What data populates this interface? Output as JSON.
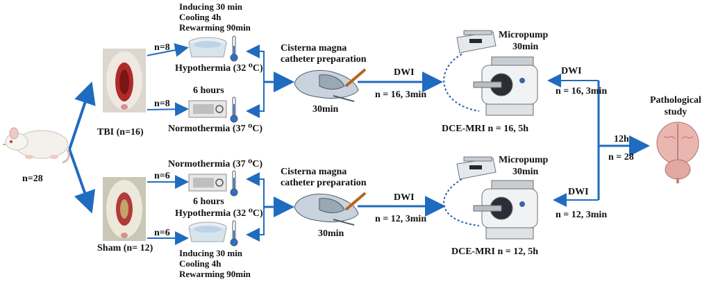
{
  "labels": {
    "start_n": "n=28",
    "tbi_group": "TBI (n=16)",
    "sham_group": "Sham (n= 12)",
    "tbi_hypo_n": "n=8",
    "tbi_normo_n": "n=8",
    "sham_normo_n": "n=6",
    "sham_hypo_n": "n=6",
    "tbi_protocol": [
      "Inducing 30 min",
      "Cooling 4h",
      "Rewarming 90min"
    ],
    "sham_protocol": [
      "Inducing 30 min",
      "Cooling 4h",
      "Rewarming 90min"
    ],
    "hypothermia_top": "Hypothermia (32 ⁰C)",
    "normothermia_top": "Normothermia (37 ⁰C)",
    "normothermia_bottom": "Normothermia (37 ⁰C)",
    "hypothermia_bottom": "Hypothermia (32 ⁰C)",
    "six_hours_top": "6 hours",
    "six_hours_bottom": "6 hours",
    "cisterna_top": [
      "Cisterna magna",
      "catheter preparation"
    ],
    "cisterna_bottom": [
      "Cisterna magna",
      "catheter preparation"
    ],
    "thirty_min_top": "30min",
    "thirty_min_bottom": "30min",
    "dwi_1": "DWI",
    "dwi_1_n": "n = 16, 3min",
    "dwi_2": "DWI",
    "dwi_2_n": "n = 12, 3min",
    "micropump_top": [
      "Micropump",
      "30min"
    ],
    "micropump_bottom": [
      "Micropump",
      "30min"
    ],
    "dce_top": "DCE-MRI n = 16, 5h",
    "dce_bottom": "DCE-MRI n = 12, 5h",
    "dwi_3": "DWI",
    "dwi_3_n": "n = 16, 3min",
    "dwi_4": "DWI",
    "dwi_4_n": "n = 12, 3min",
    "twelve_h": "12h",
    "final_n": "n = 28",
    "pathology": [
      "Pathological",
      "study"
    ]
  },
  "colors": {
    "arrow": "#1f6bbf",
    "text": "#111111",
    "dotted": "#2a5fb0"
  },
  "icons": {
    "rat": "white-rat-image",
    "tbi": "tbi-rat-head-image",
    "sham": "sham-rat-head-image",
    "hypothermia": "cooling-device-image",
    "normothermia": "heating-pad-image",
    "thermometer": "thermometer-icon",
    "brain_sagittal": "rat-brain-sagittal-image",
    "micropump": "micropump-image",
    "mri": "mri-scanner-image",
    "brain": "brain-specimen-image"
  }
}
